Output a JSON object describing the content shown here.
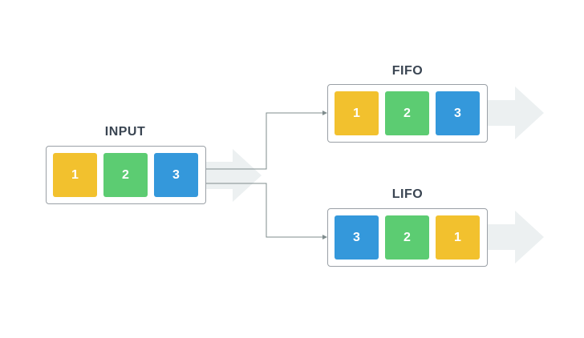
{
  "colors": {
    "yellow": "#f2c12e",
    "green": "#5ccc72",
    "blue": "#3498db",
    "arrow_fill": "#ecf0f1",
    "connector": "#7f8c8d"
  },
  "groups": [
    {
      "id": "input",
      "title": "INPUT",
      "items": [
        {
          "label": "1",
          "color": "yellow"
        },
        {
          "label": "2",
          "color": "green"
        },
        {
          "label": "3",
          "color": "blue"
        }
      ]
    },
    {
      "id": "fifo",
      "title": "FIFO",
      "items": [
        {
          "label": "1",
          "color": "yellow"
        },
        {
          "label": "2",
          "color": "green"
        },
        {
          "label": "3",
          "color": "blue"
        }
      ]
    },
    {
      "id": "lifo",
      "title": "LIFO",
      "items": [
        {
          "label": "3",
          "color": "blue"
        },
        {
          "label": "2",
          "color": "green"
        },
        {
          "label": "1",
          "color": "yellow"
        }
      ]
    }
  ]
}
